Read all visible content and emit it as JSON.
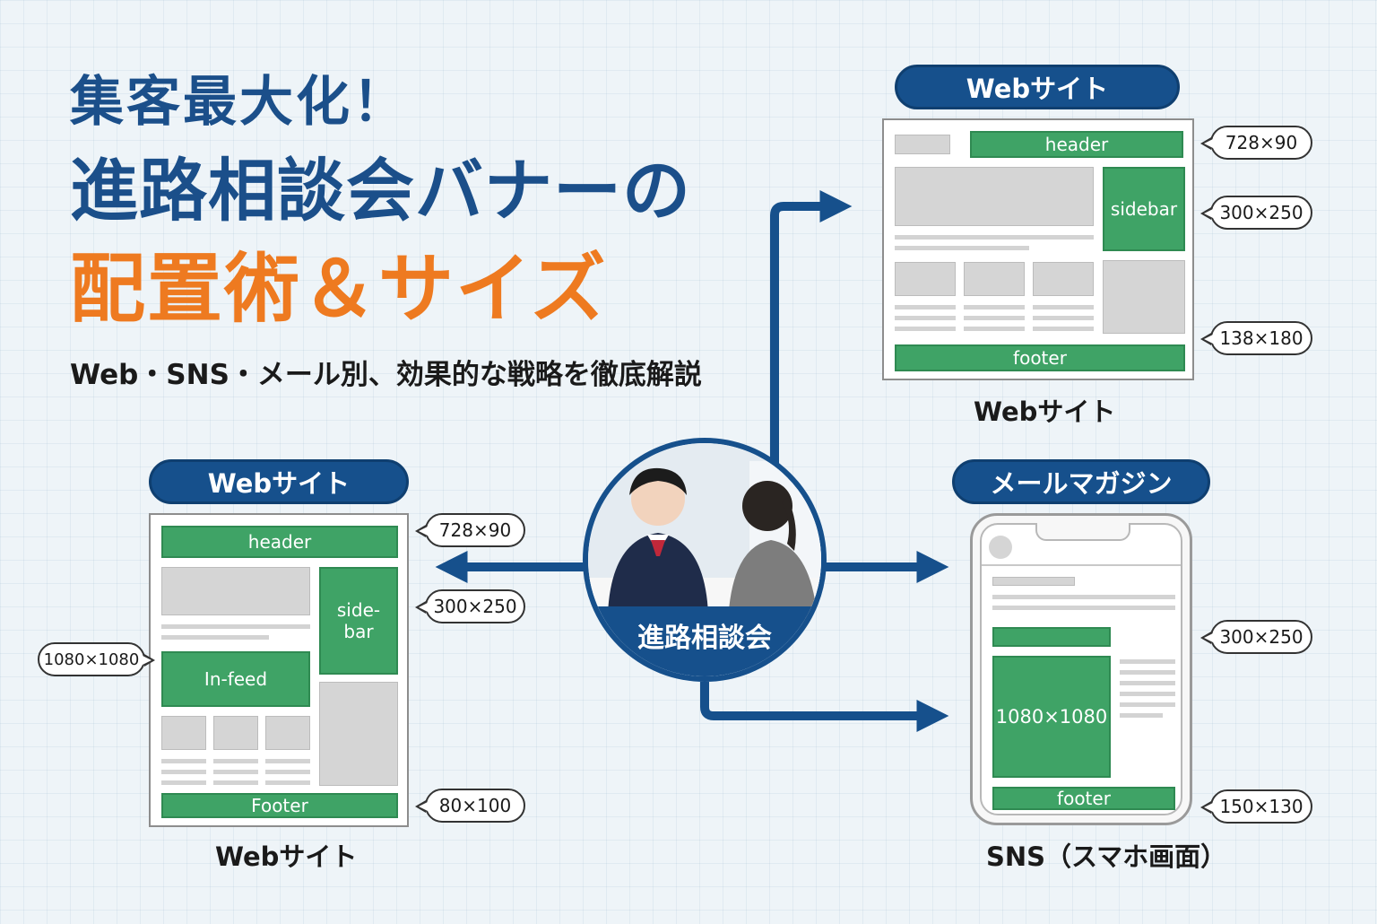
{
  "headline": {
    "line1": "集客最大化！",
    "line2": "進路相談会バナーの",
    "line3": "配置術＆サイズ",
    "subtitle": "Web・SNS・メール別、効果的な戦略を徹底解説"
  },
  "center": {
    "label": "進路相談会"
  },
  "top_right": {
    "pill": "Webサイト",
    "caption": "Webサイト",
    "header": "header",
    "sidebar": "sidebar",
    "footer": "footer",
    "sizes": [
      "728×90",
      "300×250",
      "138×180"
    ]
  },
  "left": {
    "pill": "Webサイト",
    "caption": "Webサイト",
    "header": "header",
    "sidebar": "side-\nbar",
    "infeed": "In-feed",
    "footer": "Footer",
    "sizes": [
      "728×90",
      "300×250",
      "80×100"
    ],
    "left_size": "1080×1080"
  },
  "bottom_right": {
    "pill": "メールマガジン",
    "caption": "SNS（スマホ画面）",
    "square": "1080×1080",
    "footer": "footer",
    "sizes": [
      "300×250",
      "150×130"
    ]
  },
  "colors": {
    "navy": "#16508c",
    "orange": "#ee7a20",
    "green": "#3fa366"
  }
}
